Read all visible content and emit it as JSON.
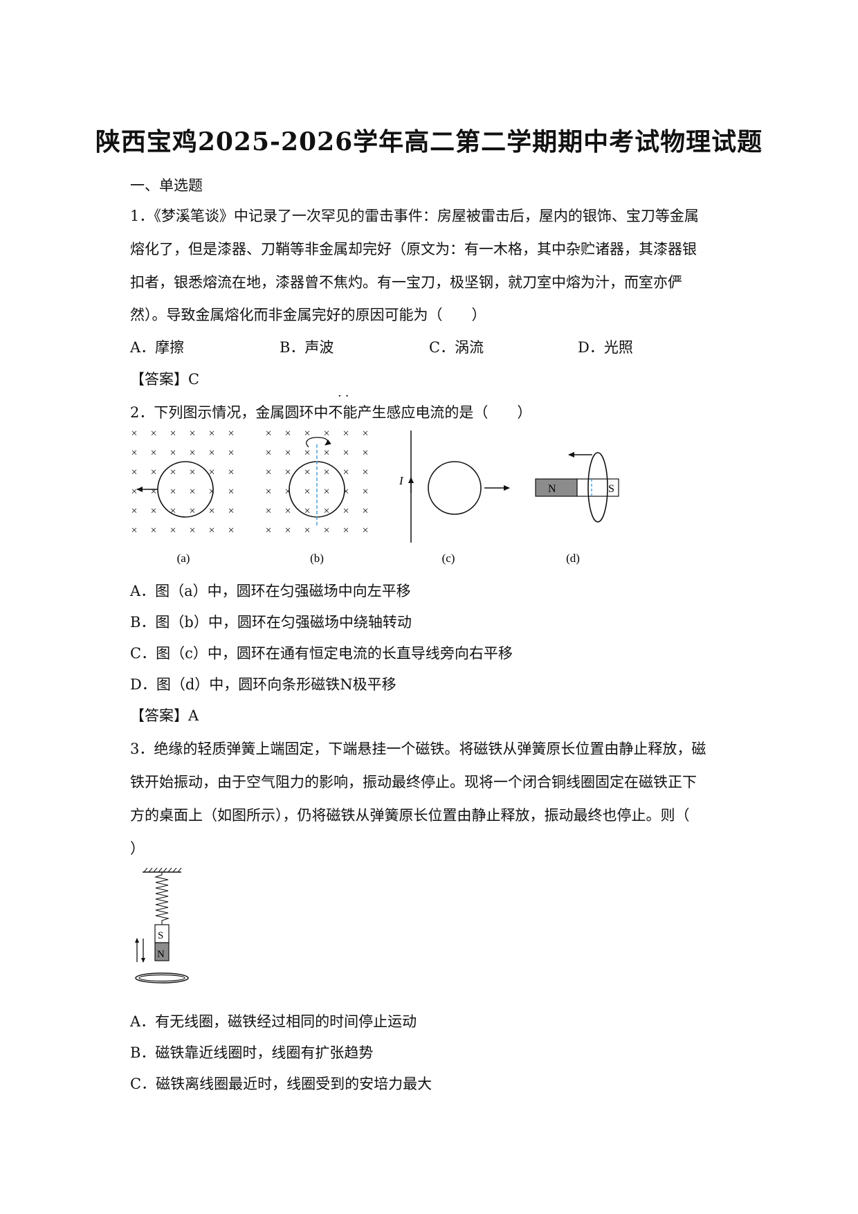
{
  "title": "陕西宝鸡2025-2026学年高二第二学期期中考试物理试题",
  "section": "一、单选题",
  "q1": {
    "lines": [
      "1．《梦溪笔谈》中记录了一次罕见的雷击事件：房屋被雷击后，屋内的银饰、宝刀等金属",
      "熔化了，但是漆器、刀鞘等非金属却完好（原文为：有一木格，其中杂贮诸器，其漆器银",
      "扣者，银悉熔流在地，漆器曾不焦灼。有一宝刀，极坚钢，就刀室中熔为汁，而室亦俨",
      "然）。导致金属熔化而非金属完好的原因可能为（　　）"
    ],
    "options": [
      "A．摩擦",
      "B．声波",
      "C．涡流",
      "D．光照"
    ],
    "answer": "【答案】C"
  },
  "q2": {
    "stem": "2．下列图示情况，金属圆环中不能产生感应电流的是（　　）",
    "emphasis_dots": "··",
    "figure": {
      "field_symbol": "×",
      "current_label": "I",
      "magnet_north": "N",
      "magnet_south": "S",
      "captions": [
        "(a)",
        "(b)",
        "(c)",
        "(d)"
      ]
    },
    "options": [
      "A．图（a）中，圆环在匀强磁场中向左平移",
      "B．图（b）中，圆环在匀强磁场中绕轴转动",
      "C．图（c）中，圆环在通有恒定电流的长直导线旁向右平移",
      "D．图（d）中，圆环向条形磁铁N极平移"
    ],
    "answer": "【答案】A"
  },
  "q3": {
    "lines": [
      "3．绝缘的轻质弹簧上端固定，下端悬挂一个磁铁。将磁铁从弹簧原长位置由静止释放，磁",
      "铁开始振动，由于空气阻力的影响，振动最终停止。现将一个闭合铜线圈固定在磁铁正下",
      "方的桌面上（如图所示），仍将磁铁从弹簧原长位置由静止释放，振动最终也停止。则（",
      "）"
    ],
    "figure": {
      "magnet_top": "S",
      "magnet_bottom": "N"
    },
    "options": [
      "A．有无线圈，磁铁经过相同的时间停止运动",
      "B．磁铁靠近线圈时，线圈有扩张趋势",
      "C．磁铁离线圈最近时，线圈受到的安培力最大"
    ]
  }
}
